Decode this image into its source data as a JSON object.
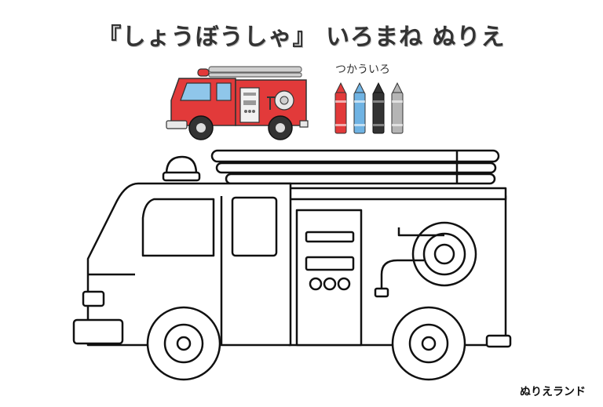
{
  "title": "『しょうぼうしゃ』 いろまね ぬりえ",
  "crayons_label": "つかういろ",
  "crayons": [
    {
      "name": "red-crayon",
      "color": "#e23a3a"
    },
    {
      "name": "light-blue-crayon",
      "color": "#6fb3e3"
    },
    {
      "name": "black-crayon",
      "color": "#333333"
    },
    {
      "name": "gray-crayon",
      "color": "#b5b5b5"
    }
  ],
  "brand": "ぬりえランド",
  "colors": {
    "truck_red": "#e23a3a",
    "truck_dark_red": "#b82525",
    "window_blue": "#8fc6ea",
    "outline": "#111111"
  }
}
